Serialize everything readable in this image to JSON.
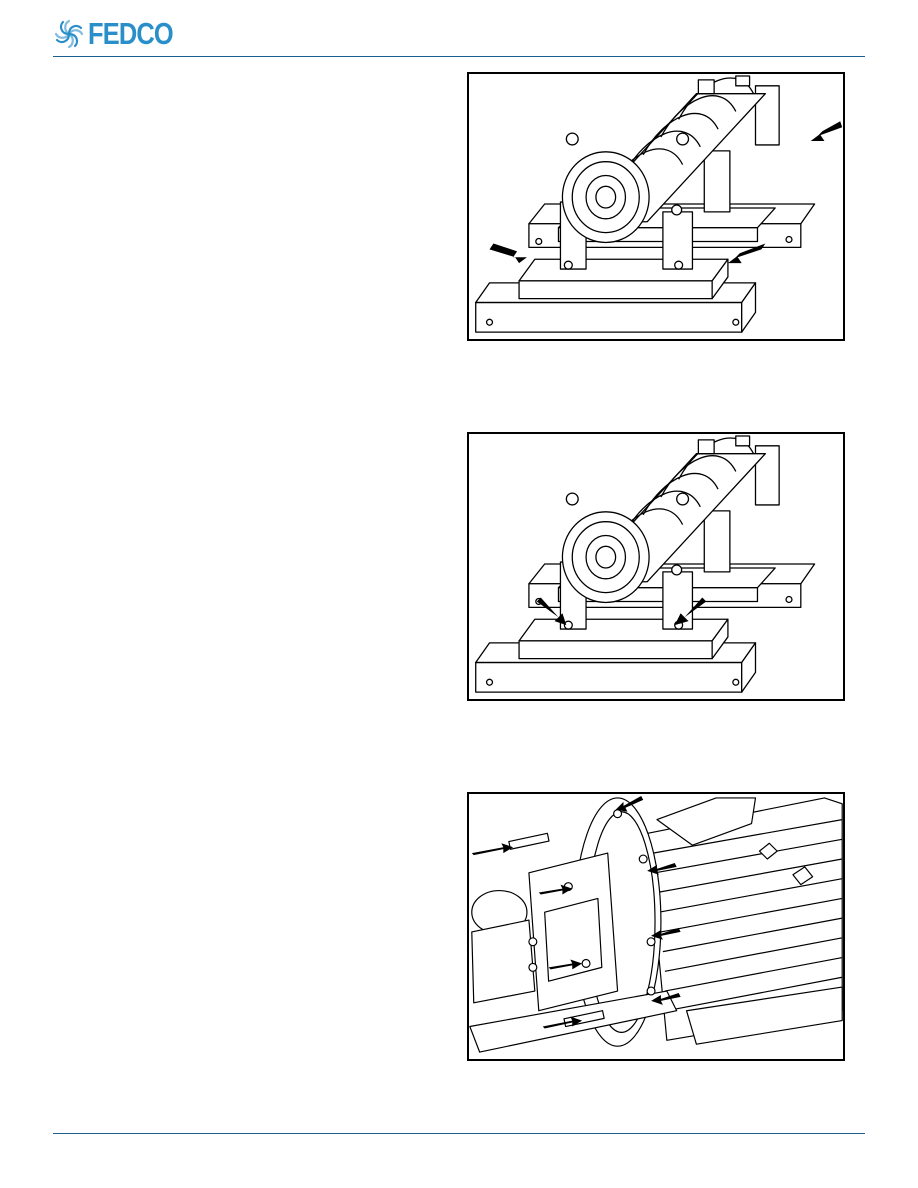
{
  "header": {
    "brand": "FEDCO",
    "brand_color": "#2a8fc9",
    "rule_color": "#1b5f8c"
  },
  "figures": [
    {
      "subject": "pump-on-baseplate",
      "arrows": 3,
      "arrow_targets": "baseplate-edges"
    },
    {
      "subject": "pump-on-baseplate",
      "arrows": 2,
      "arrow_targets": "support-foot-bolts"
    },
    {
      "subject": "motor-adapter-flange",
      "arrows": 8,
      "arrow_targets": "flange-bolts"
    }
  ]
}
